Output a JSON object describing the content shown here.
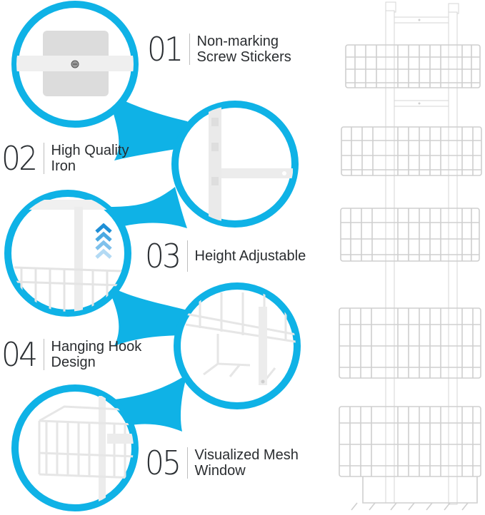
{
  "colors": {
    "accent_blue": "#0fb2e6",
    "text": "#2a2d30",
    "divider": "#bdbdbd",
    "product_white": "#ffffff",
    "product_shade": "#e6e6e6",
    "arrow_blues": [
      "#1f8fd6",
      "#4aa9e2",
      "#7fc1ec",
      "#b3daf4"
    ]
  },
  "features": [
    {
      "number": "01",
      "lines": [
        "Non-marking",
        "Screw Stickers"
      ],
      "image": "screw-sticker-closeup"
    },
    {
      "number": "02",
      "lines": [
        "High Quality",
        "Iron"
      ],
      "image": "iron-frame-closeup"
    },
    {
      "number": "03",
      "lines": [
        "Height Adjustable"
      ],
      "image": "adjustable-rail-closeup"
    },
    {
      "number": "04",
      "lines": [
        "Hanging Hook",
        "Design"
      ],
      "image": "hanging-hooks-closeup"
    },
    {
      "number": "05",
      "lines": [
        "Visualized Mesh",
        "Window"
      ],
      "image": "mesh-basket-closeup"
    }
  ],
  "product": {
    "name": "over-door-organizer",
    "baskets": 5,
    "bottom_hooks": 7
  }
}
